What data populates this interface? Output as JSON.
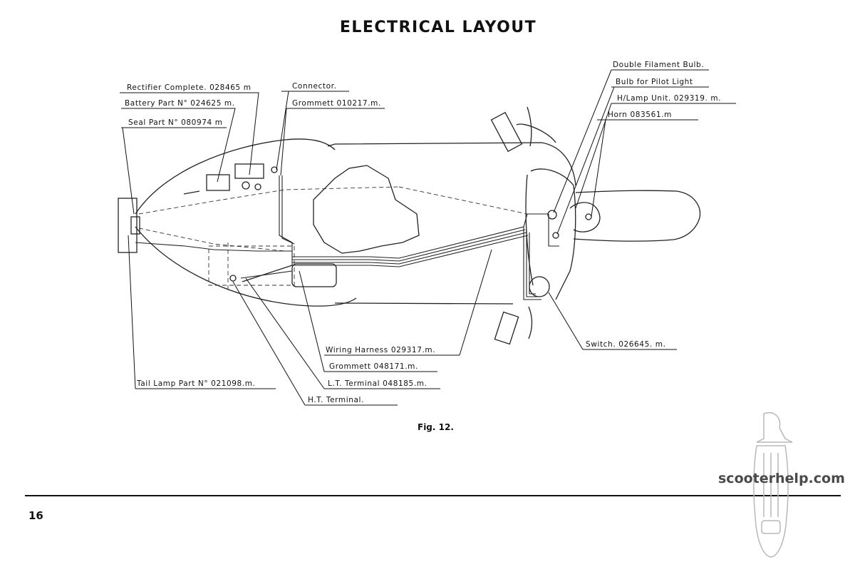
{
  "title": "ELECTRICAL LAYOUT",
  "labels": {
    "rectifier": "Rectifier Complete. 028465 m",
    "connector": "Connector.",
    "battery": "Battery Part N° 024625 m.",
    "grommett_top": "Grommett 010217.m.",
    "seal": "Seal Part N° 080974 m",
    "double_bulb": "Double Filament Bulb.",
    "pilot_bulb": "Bulb for Pilot Light",
    "hlamp": "H/Lamp Unit. 029319. m.",
    "horn": "Horn 083561.m",
    "switch": "Switch. 026645. m.",
    "harness": "Wiring Harness 029317.m.",
    "grommett_bottom": "Grommett 048171.m.",
    "lt_terminal": "L.T. Terminal 048185.m.",
    "tail_lamp": "Tail Lamp Part N° 021098.m.",
    "ht_terminal": "H.T. Terminal."
  },
  "caption": "Fig. 12.",
  "page_number": "16",
  "watermark": "scooterhelp.com"
}
